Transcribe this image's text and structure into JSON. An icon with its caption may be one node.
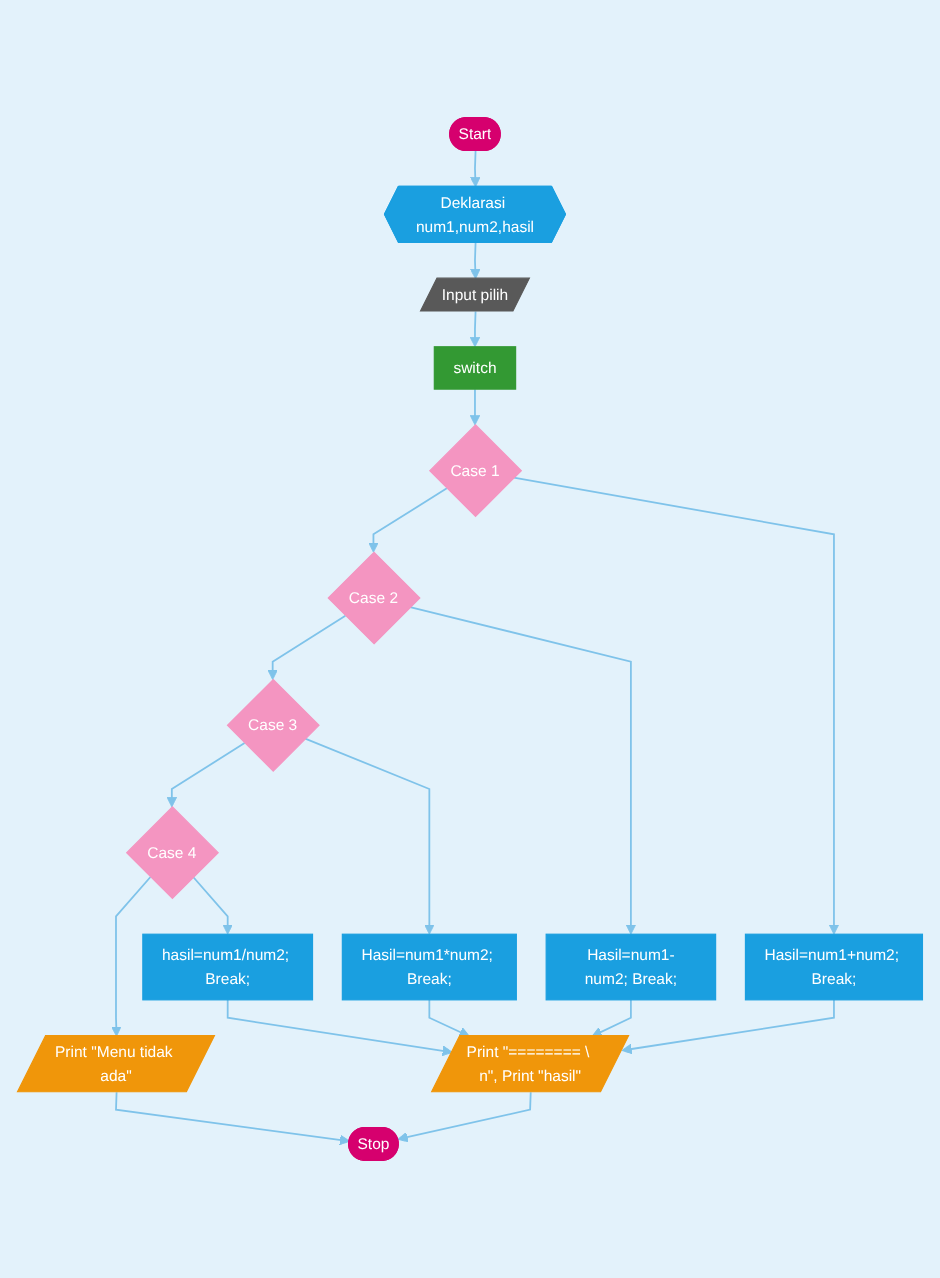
{
  "diagram": {
    "nodes": [
      {
        "text": [
          "Start"
        ]
      },
      {
        "text": [
          "Deklarasi num1,num2,hasil"
        ]
      },
      {
        "text": [
          "Input pilih"
        ]
      },
      {
        "text": [
          "switch"
        ]
      },
      {
        "text": [
          "Case 1"
        ]
      },
      {
        "text": [
          "Hasil=num1+num2; Break;"
        ]
      },
      {
        "text": [
          "Case 2"
        ]
      },
      {
        "text": [
          "Hasil=num1-num2; Break;"
        ]
      },
      {
        "text": [
          "Case 3"
        ]
      },
      {
        "text": [
          "Hasil=num1*num2; Break;"
        ]
      },
      {
        "text": [
          "Case 4"
        ]
      },
      {
        "text": [
          "hasil=num1/num2; Break;"
        ]
      },
      {
        "text": [
          "Print \"Menu tidak ada\""
        ]
      },
      {
        "text": [
          "Stop"
        ]
      },
      {
        "text": [
          "Print \"======== \\ n\", Print \"hasil\""
        ]
      }
    ],
    "edges": [
      {
        "from": 0,
        "to": 1,
        "arrow": "to"
      },
      {
        "from": 1,
        "to": 2,
        "arrow": "to"
      },
      {
        "from": 2,
        "to": 3,
        "arrow": "to"
      },
      {
        "from": 3,
        "to": 4,
        "arrow": "to"
      },
      {
        "from": 4,
        "to": 6,
        "arrow": "to"
      },
      {
        "from": 4,
        "to": 5,
        "arrow": "to"
      },
      {
        "from": 6,
        "to": 8,
        "arrow": "to"
      },
      {
        "from": 6,
        "to": 7,
        "arrow": "to"
      },
      {
        "from": 8,
        "to": 10,
        "arrow": "to"
      },
      {
        "from": 8,
        "to": 9,
        "arrow": "to"
      },
      {
        "from": 10,
        "to": 12,
        "arrow": "to"
      },
      {
        "from": 10,
        "to": 11,
        "arrow": "to"
      },
      {
        "from": 12,
        "to": 13,
        "arrow": "to"
      },
      {
        "from": 5,
        "to": 14,
        "arrow": "to"
      },
      {
        "from": 7,
        "to": 14,
        "arrow": "to"
      },
      {
        "from": 9,
        "to": 14,
        "arrow": "to"
      },
      {
        "from": 11,
        "to": 14,
        "arrow": "to"
      },
      {
        "from": 14,
        "to": 13,
        "arrow": "to"
      }
    ]
  }
}
